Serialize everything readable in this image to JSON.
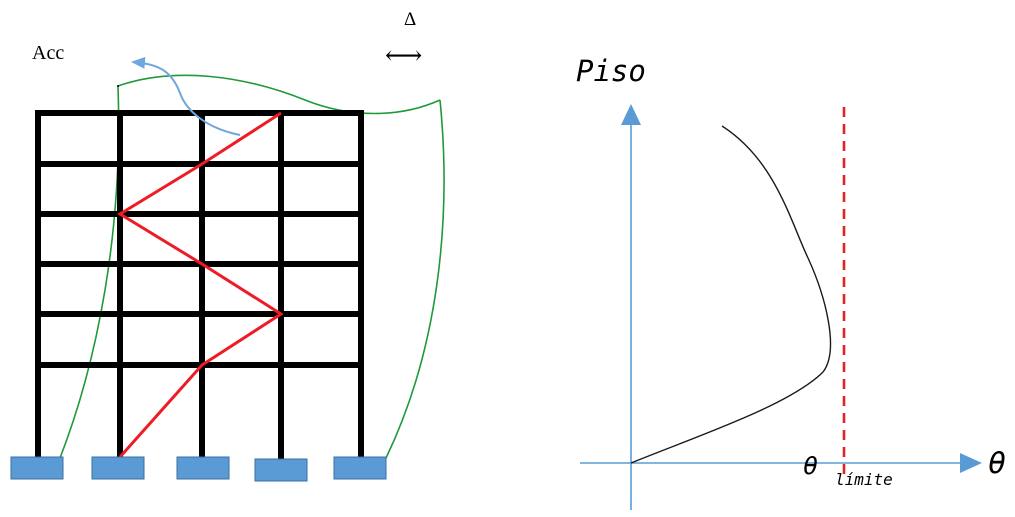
{
  "frame_diagram": {
    "acceleration_label": "Acc",
    "drift_label": "Δ",
    "drift_arrow_glyph": "⟷",
    "stories": 6,
    "bays": 4,
    "colors": {
      "frame": "#000000",
      "drift_profile": "#ee1c24",
      "deformed_shape": "#1f9a3a",
      "acceleration_arrow": "#6fa8dc",
      "footing_fill": "#5b9bd5",
      "footing_stroke": "#3a6fa0"
    }
  },
  "drift_plot": {
    "y_axis_label": "Piso",
    "x_axis_label": "θ",
    "limit_label_symbol": "θ",
    "limit_label_subscript": "límite",
    "colors": {
      "axes": "#5b9bd5",
      "curve": "#1a1a1a",
      "limit_line": "#e02424"
    }
  }
}
